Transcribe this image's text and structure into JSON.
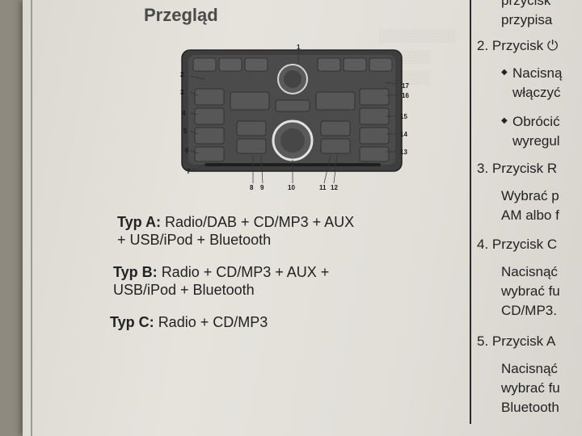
{
  "section_title": "Przegląd",
  "figure_callouts": {
    "c1": "1",
    "c2": "2",
    "c3": "3",
    "c4": "4",
    "c5": "5",
    "c6": "6",
    "c7": "7",
    "c8": "8",
    "c9": "9",
    "c10": "10",
    "c11": "11",
    "c12": "12",
    "c13": "13",
    "c14": "14",
    "c15": "15",
    "c16": "16",
    "c17": "17"
  },
  "types": [
    {
      "label": "Typ A:",
      "line1": "Radio/DAB + CD/MP3 + AUX",
      "line2": "+ USB/iPod + Bluetooth"
    },
    {
      "label": "Typ B:",
      "line1": "Radio + CD/MP3 + AUX +",
      "line2": "USB/iPod + Bluetooth"
    },
    {
      "label": "Typ C:",
      "line1": "Radio + CD/MP3",
      "line2": ""
    }
  ],
  "right_column": {
    "r1": "przycisk",
    "r2": "przypisa",
    "item2": "2. Przycisk ⏻",
    "b1a": "Nacisną",
    "b1b": "włączyć",
    "b2a": "Obrócić",
    "b2b": "wyregul",
    "item3": "3. Przycisk R",
    "i3a": "Wybrać p",
    "i3b": "AM albo f",
    "item4": "4. Przycisk C",
    "i4a": "Nacisnąć",
    "i4b": "wybrać fu",
    "i4c": "CD/MP3.",
    "item5": "5. Przycisk A",
    "i5a": "Nacisnąć",
    "i5b": "wybrać fu",
    "i5c": "Bluetooth"
  }
}
